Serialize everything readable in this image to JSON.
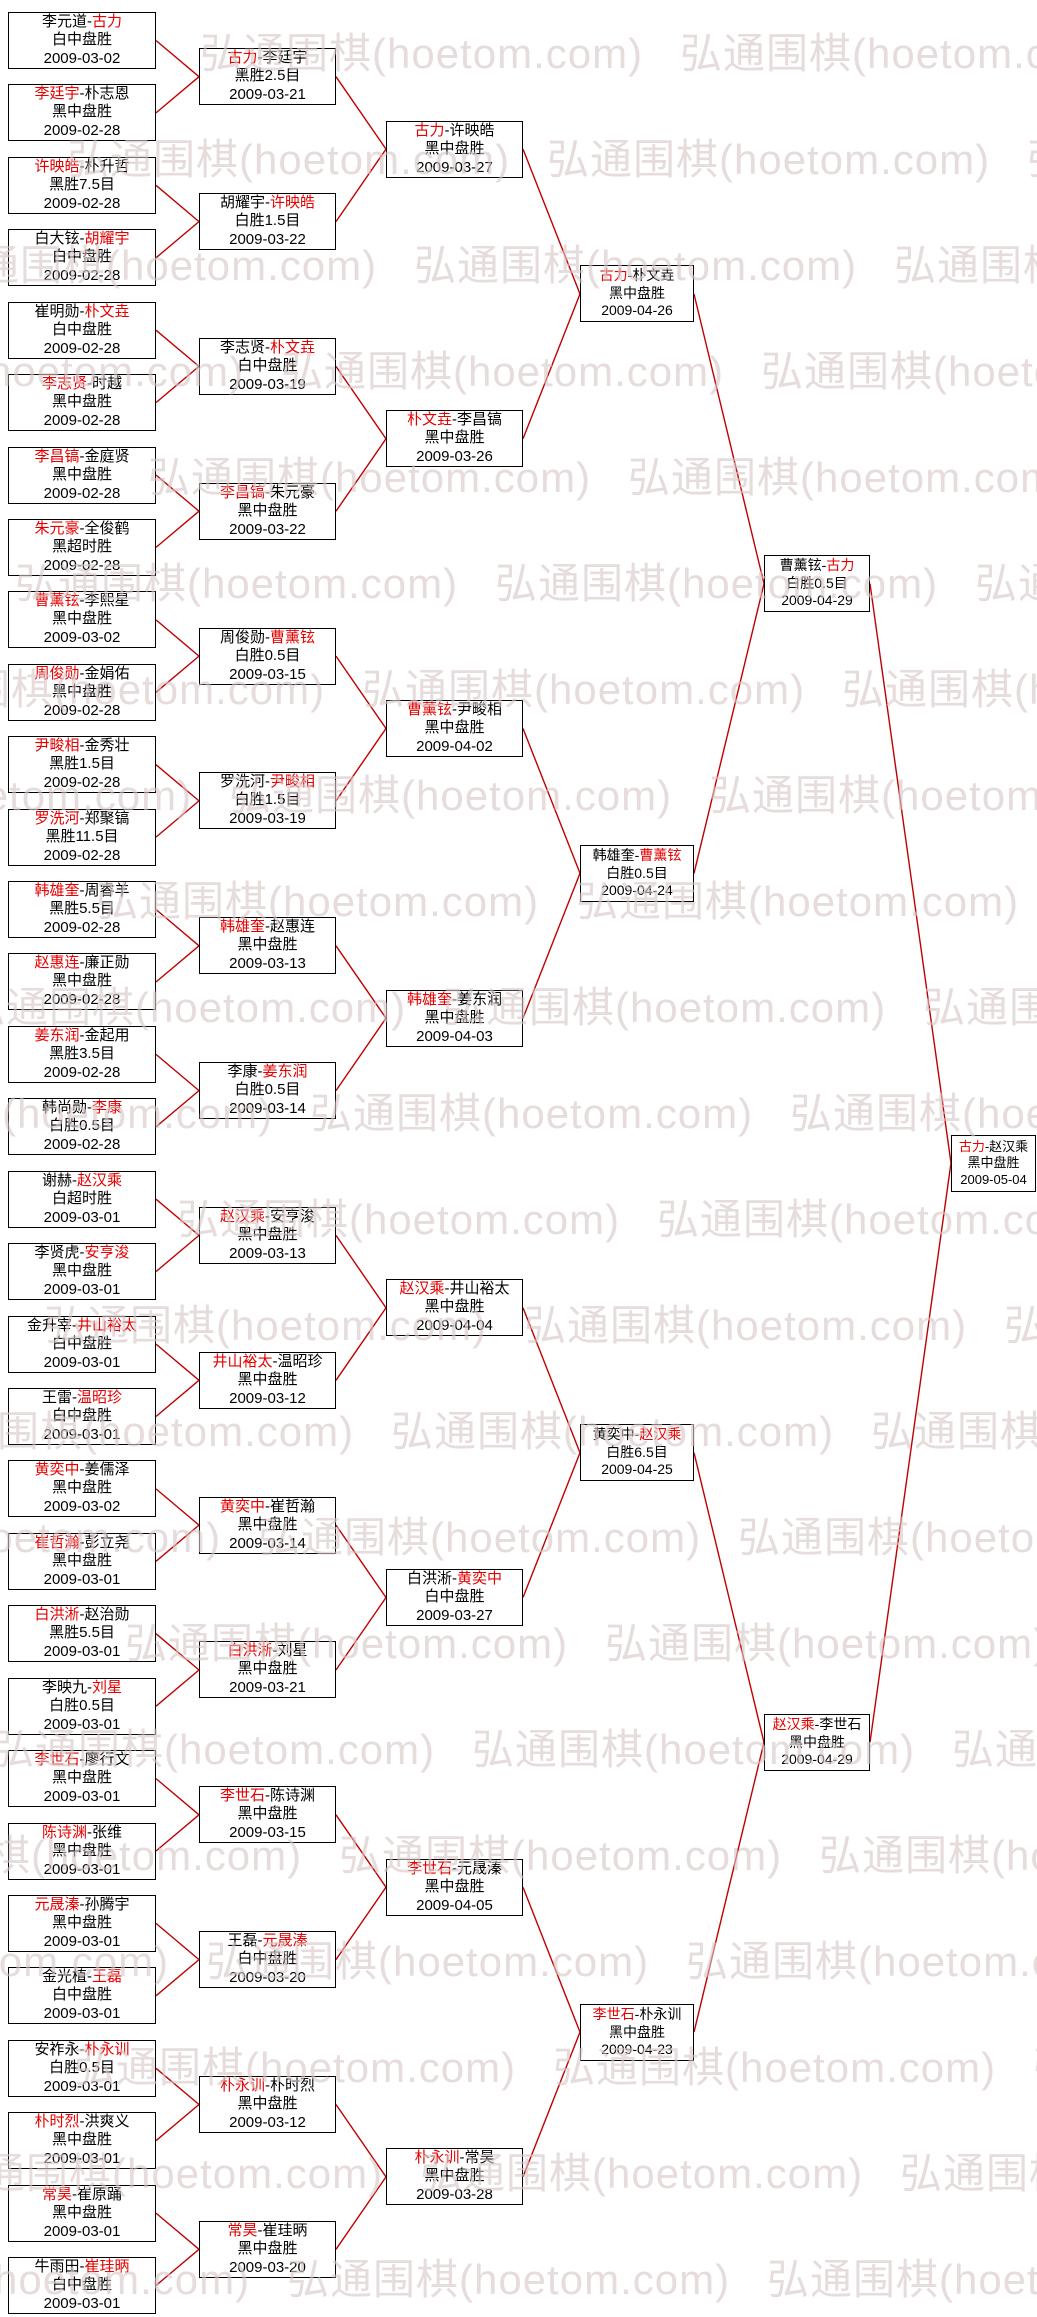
{
  "watermark": {
    "text": "弘通围棋(hoetom.com)"
  },
  "ui": {
    "separator": "-"
  },
  "colors": {
    "winner": "#e60000",
    "connector": "#c00000",
    "watermark": "#d8c8c8",
    "box_border": "#000000"
  },
  "rounds": [
    {
      "name": "round-of-64",
      "matches": [
        {
          "p1": "李元道",
          "p2": "古力",
          "winner": 2,
          "result": "白中盘胜",
          "date": "2009-03-02"
        },
        {
          "p1": "李廷宇",
          "p2": "朴志恩",
          "winner": 1,
          "result": "黑中盘胜",
          "date": "2009-02-28"
        },
        {
          "p1": "许映皓",
          "p2": "朴升哲",
          "winner": 1,
          "result": "黑胜7.5目",
          "date": "2009-02-28"
        },
        {
          "p1": "白大铉",
          "p2": "胡耀宇",
          "winner": 2,
          "result": "白中盘胜",
          "date": "2009-02-28"
        },
        {
          "p1": "崔明勋",
          "p2": "朴文垚",
          "winner": 2,
          "result": "白中盘胜",
          "date": "2009-02-28"
        },
        {
          "p1": "李志贤",
          "p2": "时越",
          "winner": 1,
          "result": "黑中盘胜",
          "date": "2009-02-28"
        },
        {
          "p1": "李昌镐",
          "p2": "金庭贤",
          "winner": 1,
          "result": "黑中盘胜",
          "date": "2009-02-28"
        },
        {
          "p1": "朱元豪",
          "p2": "全俊鹤",
          "winner": 1,
          "result": "黑超时胜",
          "date": "2009-02-28"
        },
        {
          "p1": "曹薰铉",
          "p2": "李熙星",
          "winner": 1,
          "result": "黑中盘胜",
          "date": "2009-03-02"
        },
        {
          "p1": "周俊勋",
          "p2": "金娟佑",
          "winner": 1,
          "result": "黑中盘胜",
          "date": "2009-02-28"
        },
        {
          "p1": "尹畯相",
          "p2": "金秀壮",
          "winner": 1,
          "result": "黑胜1.5目",
          "date": "2009-02-28"
        },
        {
          "p1": "罗洗河",
          "p2": "郑聚镐",
          "winner": 1,
          "result": "黑胜11.5目",
          "date": "2009-02-28"
        },
        {
          "p1": "韩雄奎",
          "p2": "周睿羊",
          "winner": 1,
          "result": "黑胜5.5目",
          "date": "2009-02-28"
        },
        {
          "p1": "赵惠连",
          "p2": "廉正勋",
          "winner": 1,
          "result": "黑中盘胜",
          "date": "2009-02-28"
        },
        {
          "p1": "姜东润",
          "p2": "金起用",
          "winner": 1,
          "result": "黑胜3.5目",
          "date": "2009-02-28"
        },
        {
          "p1": "韩尚勋",
          "p2": "李康",
          "winner": 2,
          "result": "白胜0.5目",
          "date": "2009-02-28"
        },
        {
          "p1": "谢赫",
          "p2": "赵汉乘",
          "winner": 2,
          "result": "白超时胜",
          "date": "2009-03-01"
        },
        {
          "p1": "李贤虎",
          "p2": "安亨浚",
          "winner": 2,
          "result": "黑中盘胜",
          "date": "2009-03-01"
        },
        {
          "p1": "金升宰",
          "p2": "井山裕太",
          "winner": 2,
          "result": "白中盘胜",
          "date": "2009-03-01"
        },
        {
          "p1": "王雷",
          "p2": "温昭珍",
          "winner": 2,
          "result": "白中盘胜",
          "date": "2009-03-01"
        },
        {
          "p1": "黄奕中",
          "p2": "姜儒泽",
          "winner": 1,
          "result": "黑中盘胜",
          "date": "2009-03-02"
        },
        {
          "p1": "崔哲瀚",
          "p2": "彭立尧",
          "winner": 1,
          "result": "黑中盘胜",
          "date": "2009-03-01"
        },
        {
          "p1": "白洪淅",
          "p2": "赵治勋",
          "winner": 1,
          "result": "黑胜5.5目",
          "date": "2009-03-01"
        },
        {
          "p1": "李映九",
          "p2": "刘星",
          "winner": 2,
          "result": "白胜0.5目",
          "date": "2009-03-01"
        },
        {
          "p1": "李世石",
          "p2": "廖行文",
          "winner": 1,
          "result": "黑中盘胜",
          "date": "2009-03-01"
        },
        {
          "p1": "陈诗渊",
          "p2": "张维",
          "winner": 1,
          "result": "黑中盘胜",
          "date": "2009-03-01"
        },
        {
          "p1": "元晟溱",
          "p2": "孙腾宇",
          "winner": 1,
          "result": "黑中盘胜",
          "date": "2009-03-01"
        },
        {
          "p1": "金光植",
          "p2": "王磊",
          "winner": 2,
          "result": "白中盘胜",
          "date": "2009-03-01"
        },
        {
          "p1": "安祚永",
          "p2": "朴永训",
          "winner": 2,
          "result": "白胜0.5目",
          "date": "2009-03-01"
        },
        {
          "p1": "朴时烈",
          "p2": "洪爽义",
          "winner": 1,
          "result": "黑中盘胜",
          "date": "2009-03-01"
        },
        {
          "p1": "常昊",
          "p2": "崔原踊",
          "winner": 1,
          "result": "黑中盘胜",
          "date": "2009-03-01"
        },
        {
          "p1": "牛雨田",
          "p2": "崔珪昞",
          "winner": 2,
          "result": "白中盘胜",
          "date": "2009-03-01"
        }
      ]
    },
    {
      "name": "round-of-32",
      "matches": [
        {
          "p1": "古力",
          "p2": "李廷宇",
          "winner": 1,
          "result": "黑胜2.5目",
          "date": "2009-03-21"
        },
        {
          "p1": "胡耀宇",
          "p2": "许映皓",
          "winner": 2,
          "result": "白胜1.5目",
          "date": "2009-03-22"
        },
        {
          "p1": "李志贤",
          "p2": "朴文垚",
          "winner": 2,
          "result": "白中盘胜",
          "date": "2009-03-19"
        },
        {
          "p1": "李昌镐",
          "p2": "朱元豪",
          "winner": 1,
          "result": "黑中盘胜",
          "date": "2009-03-22"
        },
        {
          "p1": "周俊勋",
          "p2": "曹薰铉",
          "winner": 2,
          "result": "白胜0.5目",
          "date": "2009-03-15"
        },
        {
          "p1": "罗洗河",
          "p2": "尹畯相",
          "winner": 2,
          "result": "白胜1.5目",
          "date": "2009-03-19"
        },
        {
          "p1": "韩雄奎",
          "p2": "赵惠连",
          "winner": 1,
          "result": "黑中盘胜",
          "date": "2009-03-13"
        },
        {
          "p1": "李康",
          "p2": "姜东润",
          "winner": 2,
          "result": "白胜0.5目",
          "date": "2009-03-14"
        },
        {
          "p1": "赵汉乘",
          "p2": "安亨浚",
          "winner": 1,
          "result": "黑中盘胜",
          "date": "2009-03-13"
        },
        {
          "p1": "井山裕太",
          "p2": "温昭珍",
          "winner": 1,
          "result": "黑中盘胜",
          "date": "2009-03-12"
        },
        {
          "p1": "黄奕中",
          "p2": "崔哲瀚",
          "winner": 1,
          "result": "黑中盘胜",
          "date": "2009-03-14"
        },
        {
          "p1": "白洪淅",
          "p2": "刘星",
          "winner": 1,
          "result": "黑中盘胜",
          "date": "2009-03-21"
        },
        {
          "p1": "李世石",
          "p2": "陈诗渊",
          "winner": 1,
          "result": "黑中盘胜",
          "date": "2009-03-15"
        },
        {
          "p1": "王磊",
          "p2": "元晟溱",
          "winner": 2,
          "result": "白中盘胜",
          "date": "2009-03-20"
        },
        {
          "p1": "朴永训",
          "p2": "朴时烈",
          "winner": 1,
          "result": "黑中盘胜",
          "date": "2009-03-12"
        },
        {
          "p1": "常昊",
          "p2": "崔珪昞",
          "winner": 1,
          "result": "黑中盘胜",
          "date": "2009-03-20"
        }
      ]
    },
    {
      "name": "round-of-16",
      "matches": [
        {
          "p1": "古力",
          "p2": "许映皓",
          "winner": 1,
          "result": "黑中盘胜",
          "date": "2009-03-27"
        },
        {
          "p1": "朴文垚",
          "p2": "李昌镐",
          "winner": 1,
          "result": "黑中盘胜",
          "date": "2009-03-26"
        },
        {
          "p1": "曹薰铉",
          "p2": "尹畯相",
          "winner": 1,
          "result": "黑中盘胜",
          "date": "2009-04-02"
        },
        {
          "p1": "韩雄奎",
          "p2": "姜东润",
          "winner": 1,
          "result": "黑中盘胜",
          "date": "2009-04-03"
        },
        {
          "p1": "赵汉乘",
          "p2": "井山裕太",
          "winner": 1,
          "result": "黑中盘胜",
          "date": "2009-04-04"
        },
        {
          "p1": "白洪淅",
          "p2": "黄奕中",
          "winner": 2,
          "result": "白中盘胜",
          "date": "2009-03-27"
        },
        {
          "p1": "李世石",
          "p2": "元晟溱",
          "winner": 1,
          "result": "黑中盘胜",
          "date": "2009-04-05"
        },
        {
          "p1": "朴永训",
          "p2": "常昊",
          "winner": 1,
          "result": "黑中盘胜",
          "date": "2009-03-28"
        }
      ]
    },
    {
      "name": "quarterfinals",
      "matches": [
        {
          "p1": "古力",
          "p2": "朴文垚",
          "winner": 1,
          "result": "黑中盘胜",
          "date": "2009-04-26"
        },
        {
          "p1": "韩雄奎",
          "p2": "曹薰铉",
          "winner": 2,
          "result": "白胜0.5目",
          "date": "2009-04-24"
        },
        {
          "p1": "黄奕中",
          "p2": "赵汉乘",
          "winner": 2,
          "result": "白胜6.5目",
          "date": "2009-04-25"
        },
        {
          "p1": "李世石",
          "p2": "朴永训",
          "winner": 1,
          "result": "黑中盘胜",
          "date": "2009-04-23"
        }
      ]
    },
    {
      "name": "semifinals",
      "matches": [
        {
          "p1": "曹薰铉",
          "p2": "古力",
          "winner": 2,
          "result": "白胜0.5目",
          "date": "2009-04-29"
        },
        {
          "p1": "赵汉乘",
          "p2": "李世石",
          "winner": 1,
          "result": "黑中盘胜",
          "date": "2009-04-29"
        }
      ]
    },
    {
      "name": "final",
      "matches": [
        {
          "p1": "古力",
          "p2": "赵汉乘",
          "winner": 1,
          "result": "黑中盘胜",
          "date": "2009-05-04"
        }
      ]
    }
  ]
}
